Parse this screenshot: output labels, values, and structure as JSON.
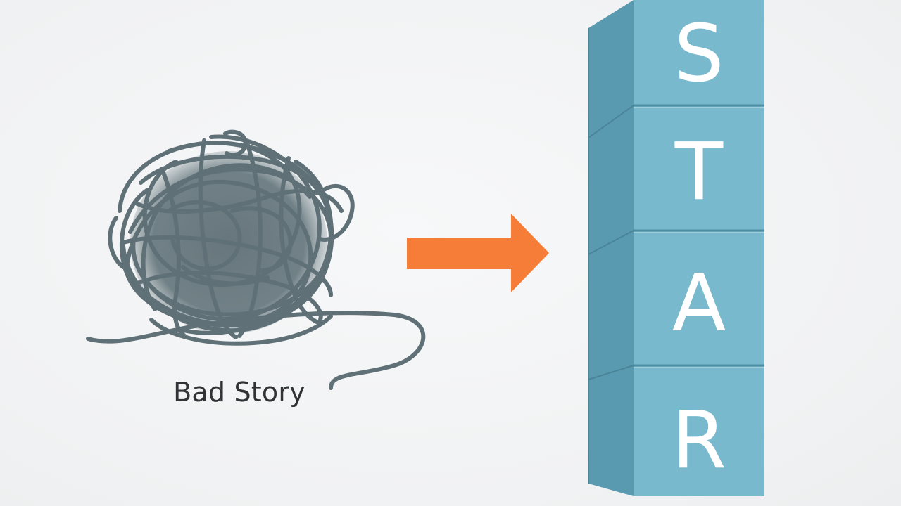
{
  "left": {
    "label": "Bad Story",
    "tangle_color": "#5f7177"
  },
  "arrow": {
    "color": "#f57d37"
  },
  "star_stack": {
    "letters": [
      "S",
      "T",
      "A",
      "R"
    ],
    "front_color": "#78b9cd",
    "side_color": "#5a9ab0",
    "top_color": "#8ccada"
  }
}
